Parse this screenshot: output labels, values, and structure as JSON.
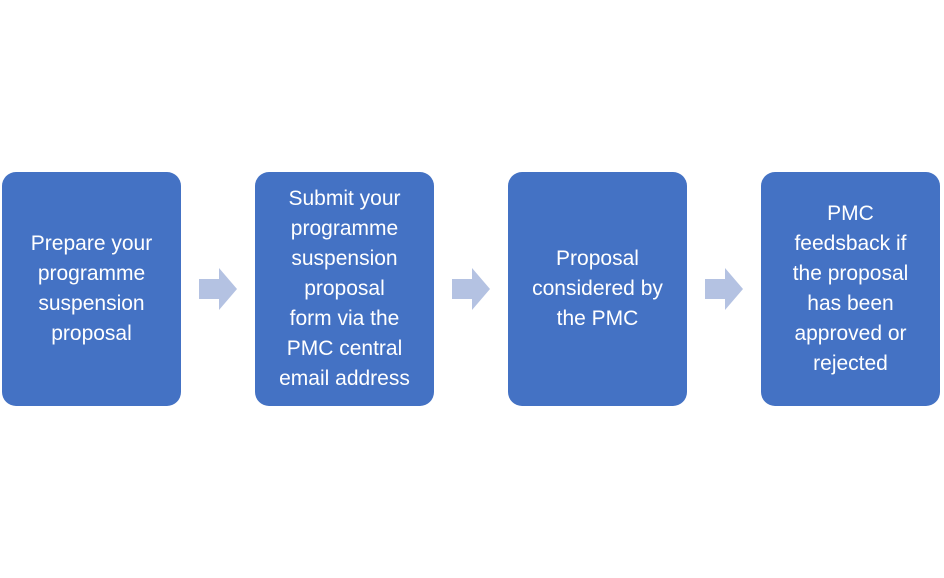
{
  "colors": {
    "box_fill": "#4472c4",
    "box_text": "#ffffff",
    "arrow_fill": "#b4c2e2",
    "background": "#ffffff"
  },
  "steps": [
    {
      "label": "Prepare your\nprogramme\nsuspension\nproposal"
    },
    {
      "label": "Submit your\nprogramme\nsuspension\nproposal\nform via the\nPMC central\nemail address"
    },
    {
      "label": "Proposal\nconsidered by\nthe PMC"
    },
    {
      "label": "PMC\nfeedsback if\nthe proposal\nhas been\napproved or\nrejected"
    }
  ],
  "connectors": [
    {
      "icon": "right-arrow-icon"
    },
    {
      "icon": "right-arrow-icon"
    },
    {
      "icon": "right-arrow-icon"
    }
  ]
}
